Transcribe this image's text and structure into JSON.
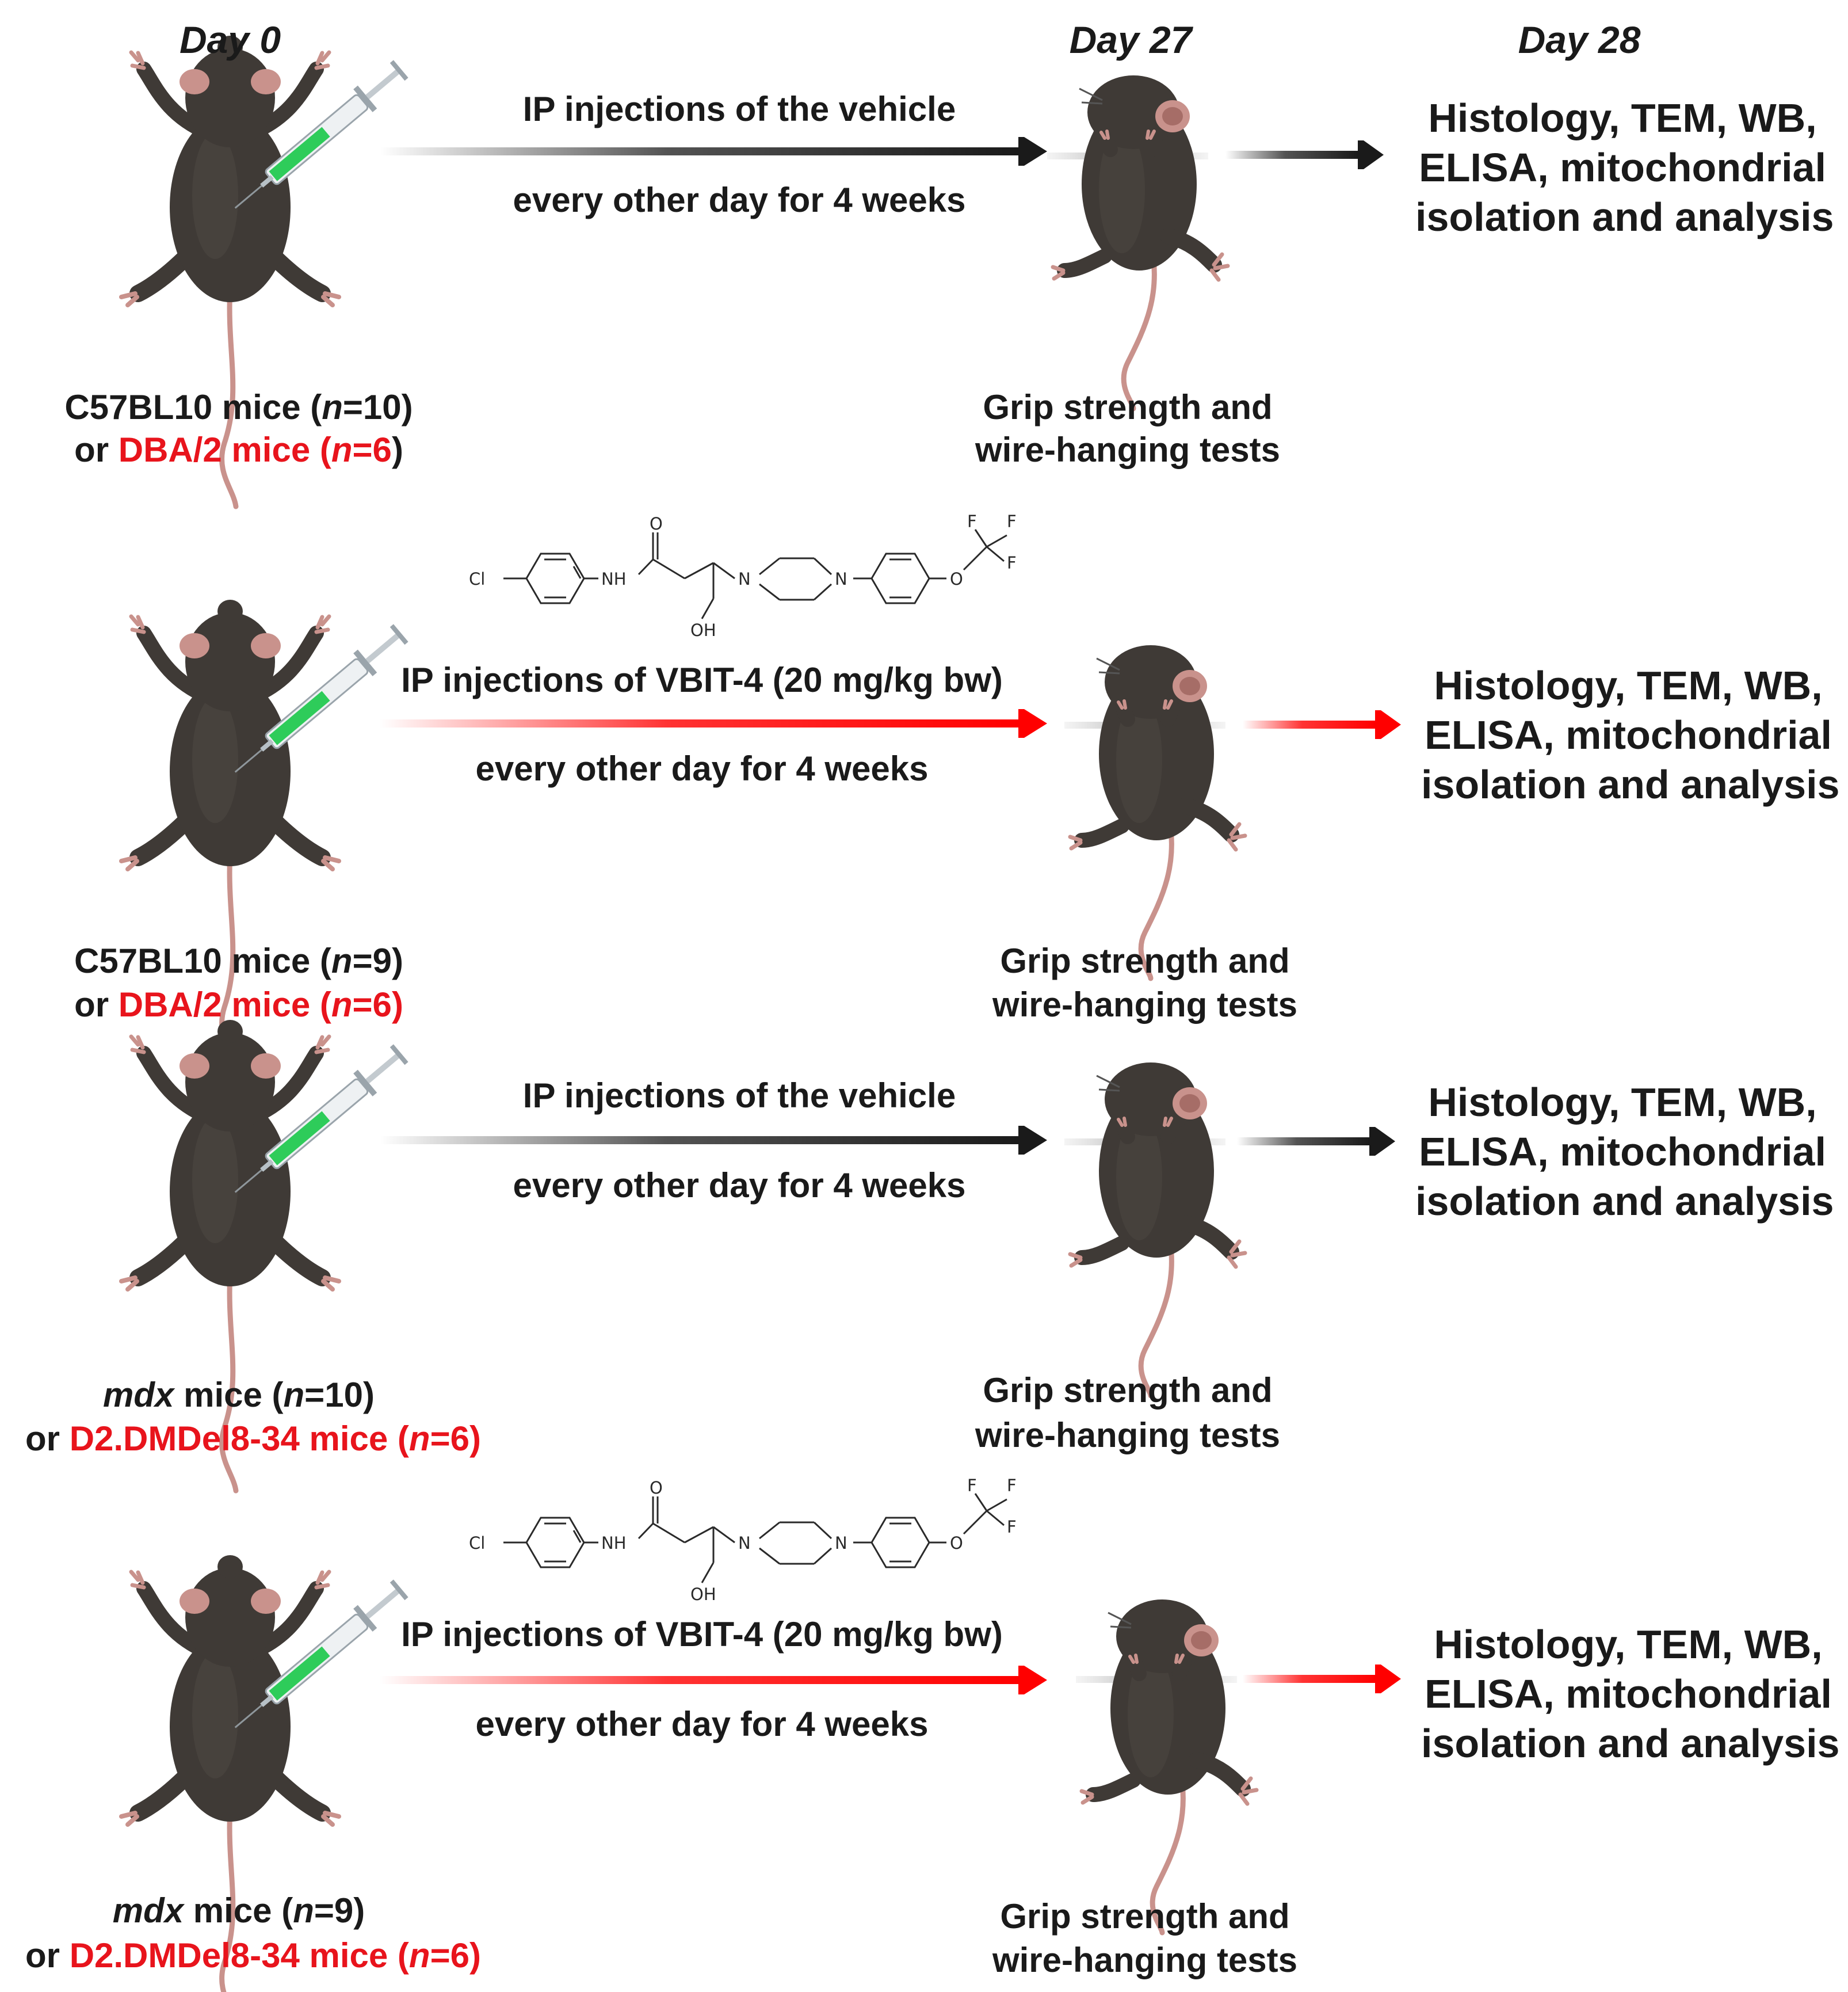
{
  "days": {
    "day0": "Day 0",
    "day27": "Day 27",
    "day28": "Day 28"
  },
  "colors": {
    "vehicle_arrow": "#1a1a1a",
    "vbit_arrow": "#ff0000",
    "strain_highlight": "#e8141c",
    "mouse_body": "#3f3a36",
    "syringe_liquid": "#2ecc5a"
  },
  "rows": [
    {
      "treatment": "vehicle",
      "injection_line1": "IP injections of the vehicle",
      "injection_line2": "every other day for 4 weeks",
      "group_line1": {
        "strain": "C57BL10",
        "word": "mice",
        "n_label": "n",
        "n_value": "=10"
      },
      "group_line2": {
        "prefix": "or",
        "strain": "DBA/2 mice",
        "n_label": "n",
        "n_value": "=6"
      },
      "test_line1": "Grip strength and",
      "test_line2": "wire-hanging tests",
      "outcome_line1": "Histology, TEM, WB,",
      "outcome_line2": "ELISA, mitochondrial",
      "outcome_line3": "isolation and analysis"
    },
    {
      "treatment": "vbit4",
      "injection_line1": "IP injections of VBIT-4 (20 mg/kg bw)",
      "injection_line2": "every other day for 4 weeks",
      "group_line1": {
        "strain": "C57BL10",
        "word": "mice",
        "n_label": "n",
        "n_value": "=9"
      },
      "group_line2": {
        "prefix": "or",
        "strain": "DBA/2 mice",
        "n_label": "n",
        "n_value": "=6"
      },
      "test_line1": "Grip strength and",
      "test_line2": "wire-hanging tests",
      "outcome_line1": "Histology, TEM, WB,",
      "outcome_line2": "ELISA, mitochondrial",
      "outcome_line3": "isolation and analysis"
    },
    {
      "treatment": "vehicle",
      "injection_line1": "IP injections of the vehicle",
      "injection_line2": "every other day for 4 weeks",
      "group_line1": {
        "strain": "mdx",
        "word": "mice",
        "n_label": "n",
        "n_value": "=10"
      },
      "group_line2": {
        "prefix": "or",
        "strain": "D2.DMDel8-34 mice",
        "n_label": "n",
        "n_value": "=6"
      },
      "test_line1": "Grip strength and",
      "test_line2": "wire-hanging tests",
      "outcome_line1": "Histology, TEM, WB,",
      "outcome_line2": "ELISA, mitochondrial",
      "outcome_line3": "isolation and analysis"
    },
    {
      "treatment": "vbit4",
      "injection_line1": "IP injections of VBIT-4 (20 mg/kg bw)",
      "injection_line2": "every other day for 4 weeks",
      "group_line1": {
        "strain": "mdx",
        "word": "mice",
        "n_label": "n",
        "n_value": "=9"
      },
      "group_line2": {
        "prefix": "or",
        "strain": "D2.DMDel8-34 mice",
        "n_label": "n",
        "n_value": "=6"
      },
      "test_line1": "Grip strength and",
      "test_line2": "wire-hanging tests",
      "outcome_line1": "Histology, TEM, WB,",
      "outcome_line2": "ELISA, mitochondrial",
      "outcome_line3": "isolation and analysis"
    }
  ],
  "structure_labels": {
    "cl": "Cl",
    "nh": "NH",
    "o": "O",
    "oh": "OH",
    "n": "N",
    "f": "F"
  }
}
